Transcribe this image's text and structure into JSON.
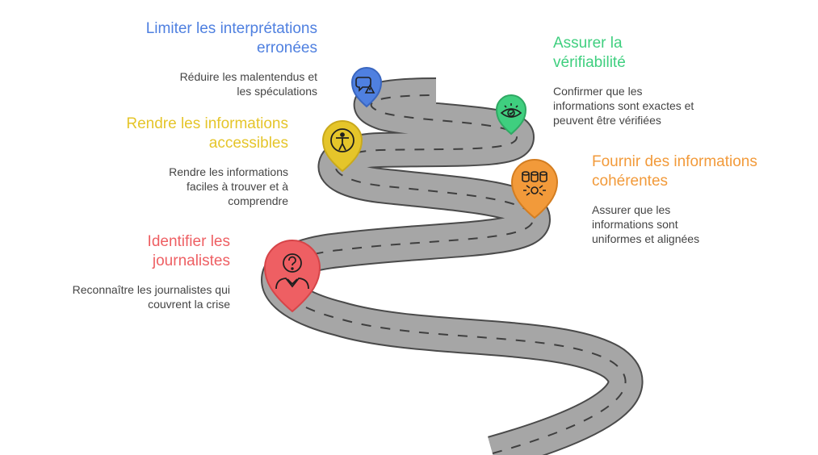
{
  "colors": {
    "road_fill": "#a6a6a6",
    "road_edge": "#4a4a4a",
    "road_dash": "#3f3f3f",
    "blue": "#4f80e0",
    "green": "#3fcf7f",
    "yellow": "#e5c52a",
    "orange": "#f29a3a",
    "red": "#ee5f63"
  },
  "steps": [
    {
      "id": "limiter",
      "title": "Limiter les interprétations erronées",
      "description": "Réduire les malentendus et les spéculations",
      "color": "blue",
      "icon": "speech-warning-icon"
    },
    {
      "id": "verifiabilite",
      "title": "Assurer la vérifiabilité",
      "description": "Confirmer que les informations sont exactes et peuvent être vérifiées",
      "color": "green",
      "icon": "eye-check-icon"
    },
    {
      "id": "accessibles",
      "title": "Rendre les informations accessibles",
      "description": "Rendre les informations faciles à trouver et à comprendre",
      "color": "yellow",
      "icon": "accessibility-icon"
    },
    {
      "id": "coherentes",
      "title": "Fournir des informations cohérentes",
      "description": "Assurer que les informations sont uniformes et alignées",
      "color": "orange",
      "icon": "database-sync-icon"
    },
    {
      "id": "journalistes",
      "title": "Identifier les journalistes",
      "description": "Reconnaître les journalistes qui couvrent la crise",
      "color": "red",
      "icon": "person-question-icon"
    }
  ]
}
